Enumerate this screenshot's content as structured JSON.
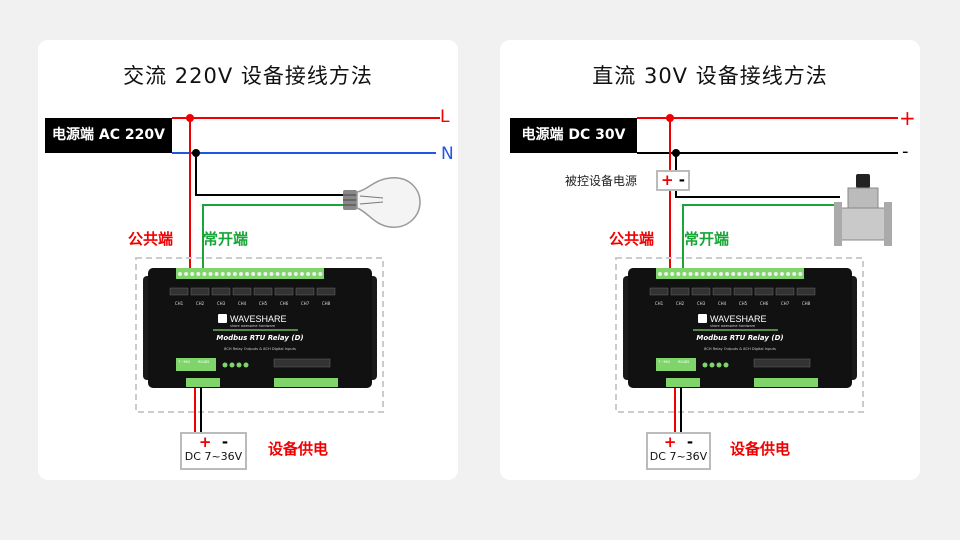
{
  "left": {
    "title": "交流 220V 设备接线方法",
    "source_label": "电源端 AC 220V",
    "line_live": "L",
    "line_neutral": "N",
    "common_label": "公共端",
    "normally_open_label": "常开端",
    "power_plus": "+",
    "power_minus": "-",
    "power_spec": "DC 7~36V",
    "device_power_label": "设备供电",
    "load_icon": "light-bulb"
  },
  "right": {
    "title": "直流 30V 设备接线方法",
    "source_label": "电源端 DC 30V",
    "line_positive": "+",
    "line_negative": "-",
    "controlled_power_label": "被控设备电源",
    "controlled_plus": "+",
    "controlled_minus": "-",
    "common_label": "公共端",
    "normally_open_label": "常开端",
    "power_plus": "+",
    "power_minus": "-",
    "power_spec": "DC 7~36V",
    "device_power_label": "设备供电",
    "load_icon": "solenoid-valve"
  },
  "device": {
    "brand": "WAVESHARE",
    "slogan": "share awesome hardware",
    "model": "Modbus RTU Relay (D)",
    "description": "8CH Relay Outputs & 8CH Digital Inputs",
    "channels": [
      "CH1",
      "CH2",
      "CH3",
      "CH4",
      "CH5",
      "CH6",
      "CH7",
      "CH8"
    ],
    "power_terminal": "7~36V",
    "rs485_terminal": "RS485"
  },
  "colors": {
    "red": "#f00000",
    "green": "#17a637",
    "blue": "#1e56e6",
    "black": "#000000"
  }
}
